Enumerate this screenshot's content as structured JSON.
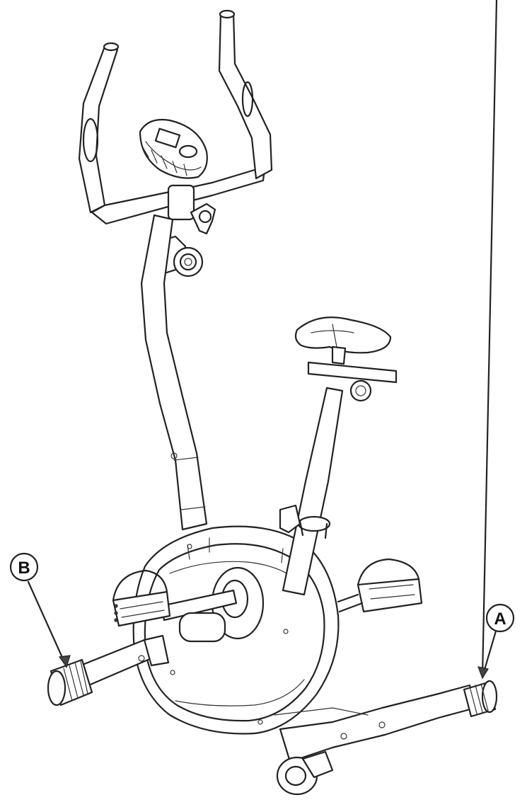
{
  "diagram": {
    "callouts": [
      {
        "id": "A",
        "label": "A",
        "target": "rear-stabilizer-end-cap"
      },
      {
        "id": "B",
        "label": "B",
        "target": "front-stabilizer-adjuster-knob"
      }
    ],
    "colors": {
      "line": "#222222",
      "background": "#ffffff"
    }
  }
}
